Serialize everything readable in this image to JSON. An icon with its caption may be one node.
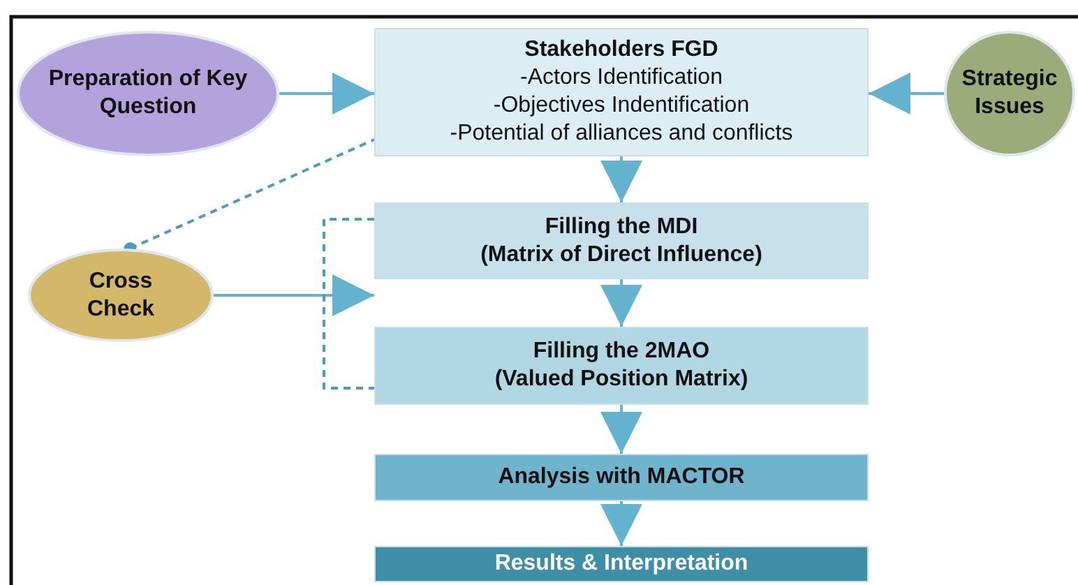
{
  "diagram": {
    "nodes": [
      {
        "text": [
          "Preparation of Key Question"
        ]
      },
      {
        "text": [
          "Stakeholders FGD",
          "-Actors Identification",
          "-Objectives Indentification",
          "-Potential of alliances and conflicts"
        ]
      },
      {
        "text": [
          "Strategic Issues"
        ]
      },
      {
        "text": [
          "Cross Check"
        ]
      },
      {
        "text": [
          "Filling the MDI",
          "(Matrix of Direct Influence)"
        ]
      },
      {
        "text": [
          "Filling the 2MAO",
          "(Valued Position Matrix)"
        ]
      },
      {
        "text": [
          "Analysis with MACTOR"
        ]
      },
      {
        "text": [
          "Results & Interpretation"
        ]
      }
    ],
    "edges": [
      {
        "from": 0,
        "to": 1,
        "arrow": "to"
      },
      {
        "from": 2,
        "to": 1,
        "arrow": "to"
      },
      {
        "from": 1,
        "to": 4,
        "arrow": "to"
      },
      {
        "from": 4,
        "to": 5,
        "arrow": "to"
      },
      {
        "from": 5,
        "to": 6,
        "arrow": "to"
      },
      {
        "from": 6,
        "to": 7,
        "arrow": "to"
      },
      {
        "from": 3,
        "to": 4,
        "arrow": "to"
      },
      {
        "from": 3,
        "to": 1,
        "arrow": "other",
        "style": "dashed"
      },
      {
        "from": 4,
        "to": 5,
        "arrow": "none",
        "style": "dashed"
      }
    ]
  }
}
